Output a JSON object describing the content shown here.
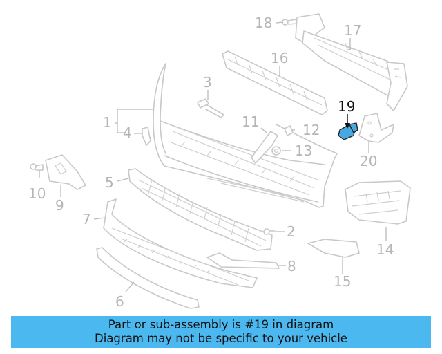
{
  "callouts": {
    "c1": "1",
    "c2": "2",
    "c3": "3",
    "c4": "4",
    "c5": "5",
    "c6": "6",
    "c7": "7",
    "c8": "8",
    "c9": "9",
    "c10": "10",
    "c11": "11",
    "c12": "12",
    "c13": "13",
    "c14": "14",
    "c15": "15",
    "c16": "16",
    "c17": "17",
    "c18": "18",
    "c19": "19",
    "c20": "20"
  },
  "highlighted_part": "19",
  "colors": {
    "highlight": "#4aa8e0",
    "banner": "#4cb8f0",
    "linework": "#c8c8c8"
  },
  "banner": {
    "line1": "Part or sub-assembly is #19 in diagram",
    "line2": "Diagram may not be specific to your vehicle"
  }
}
